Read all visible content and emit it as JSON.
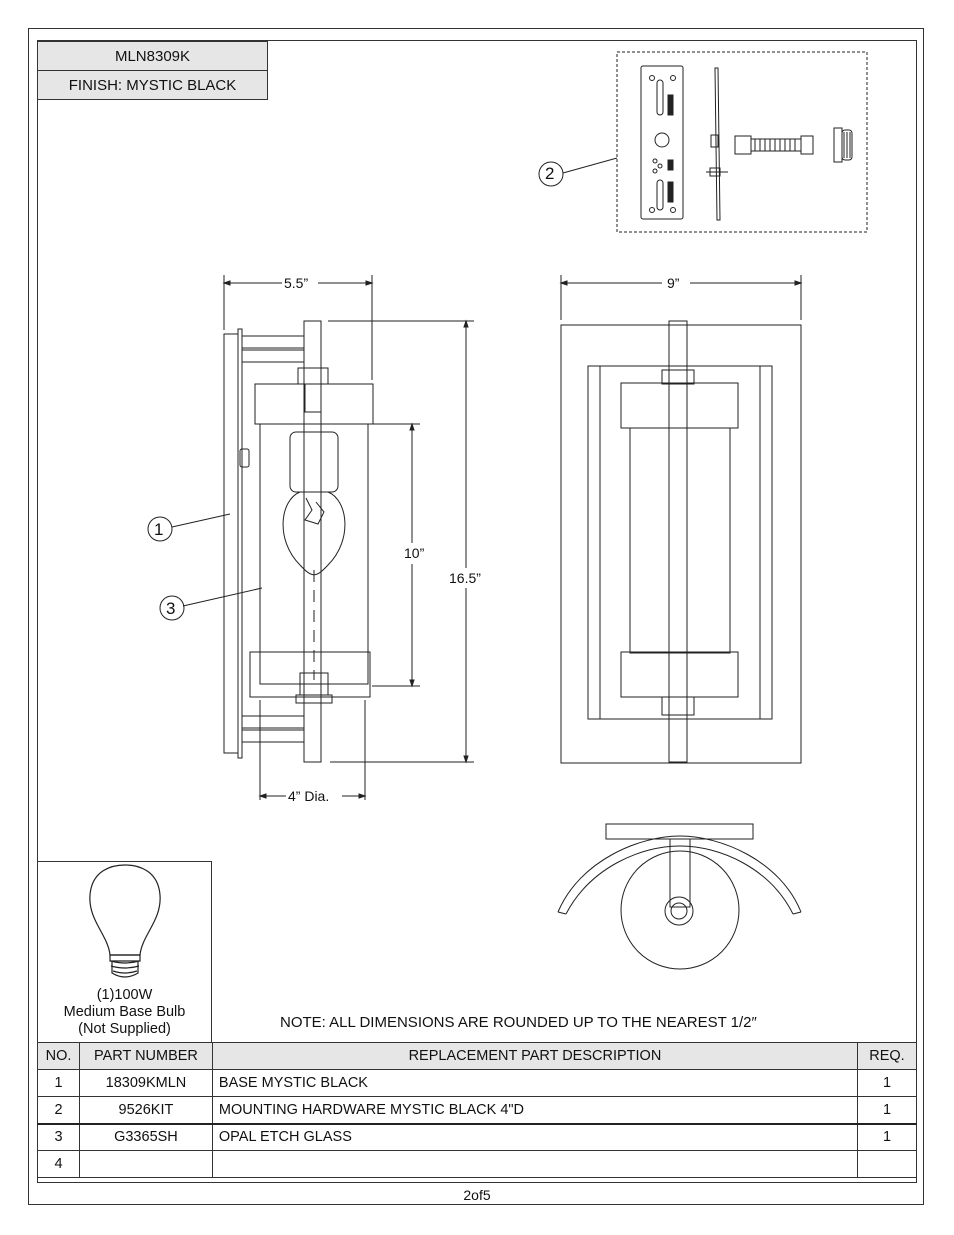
{
  "header": {
    "model": "MLN8309K",
    "finish": "FINISH: MYSTIC BLACK"
  },
  "callouts": [
    "1",
    "2",
    "3"
  ],
  "dimensions": {
    "width_side": "5.5”",
    "width_front": "9”",
    "glass_height": "10”",
    "overall_height": "16.5”",
    "glass_dia": "4” Dia."
  },
  "bulb": {
    "line1": "(1)100W",
    "line2": "Medium Base Bulb",
    "line3": "(Not Supplied)"
  },
  "note": "NOTE:  ALL DIMENSIONS ARE ROUNDED UP TO THE NEAREST  1/2″",
  "table": {
    "headers": [
      "NO.",
      "PART NUMBER",
      "REPLACEMENT PART DESCRIPTION",
      "REQ."
    ],
    "rows": [
      {
        "no": "1",
        "part": "18309KMLN",
        "desc": "BASE MYSTIC BLACK",
        "req": "1"
      },
      {
        "no": "2",
        "part": "9526KIT",
        "desc": "MOUNTING HARDWARE MYSTIC BLACK 4\"D",
        "req": "1"
      },
      {
        "no": "3",
        "part": "G3365SH",
        "desc": "OPAL ETCH GLASS",
        "req": "1"
      },
      {
        "no": "4",
        "part": "",
        "desc": "",
        "req": ""
      }
    ]
  },
  "page_number": "2of5"
}
